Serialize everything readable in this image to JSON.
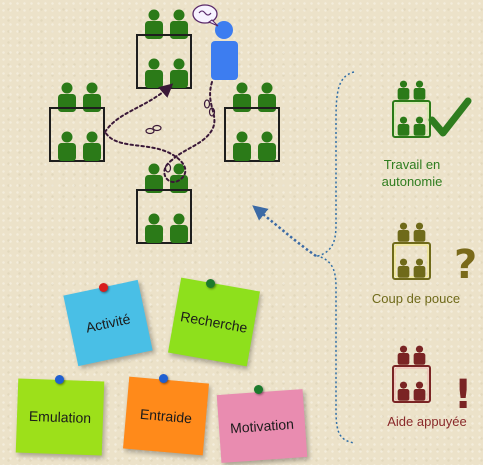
{
  "legend": {
    "items": [
      {
        "label_line1": "Travail en",
        "label_line2": "autonomie",
        "symbol": "checkmark-icon",
        "color": "#2f7d1f"
      },
      {
        "label": "Coup de pouce",
        "symbol": "question-mark-icon",
        "color": "#7a6a1a"
      },
      {
        "label": "Aide appuyée",
        "symbol": "exclamation-mark-icon",
        "color": "#7a2424"
      }
    ]
  },
  "notes": [
    {
      "label": "Activité",
      "color": "#49bfe6",
      "pin_color": "#d81e1e"
    },
    {
      "label": "Recherche",
      "color": "#8ee01c",
      "pin_color": "#1c7a2c"
    },
    {
      "label": "Emulation",
      "color": "#9de01a",
      "pin_color": "#1f5fd1"
    },
    {
      "label": "Entraide",
      "color": "#ff8a1a",
      "pin_color": "#1f5fd1"
    },
    {
      "label": "Motivation",
      "color": "#e98cb0",
      "pin_color": "#1c7a2c"
    }
  ],
  "colors": {
    "student": "#2b7a18",
    "teacher": "#3d7df0",
    "desk_border": "#1e1e1e",
    "route": "#3a1838",
    "arrow": "#3b6aa5"
  },
  "icons": {
    "teacher": "person-icon",
    "speech": "speech-bubble-icon"
  }
}
